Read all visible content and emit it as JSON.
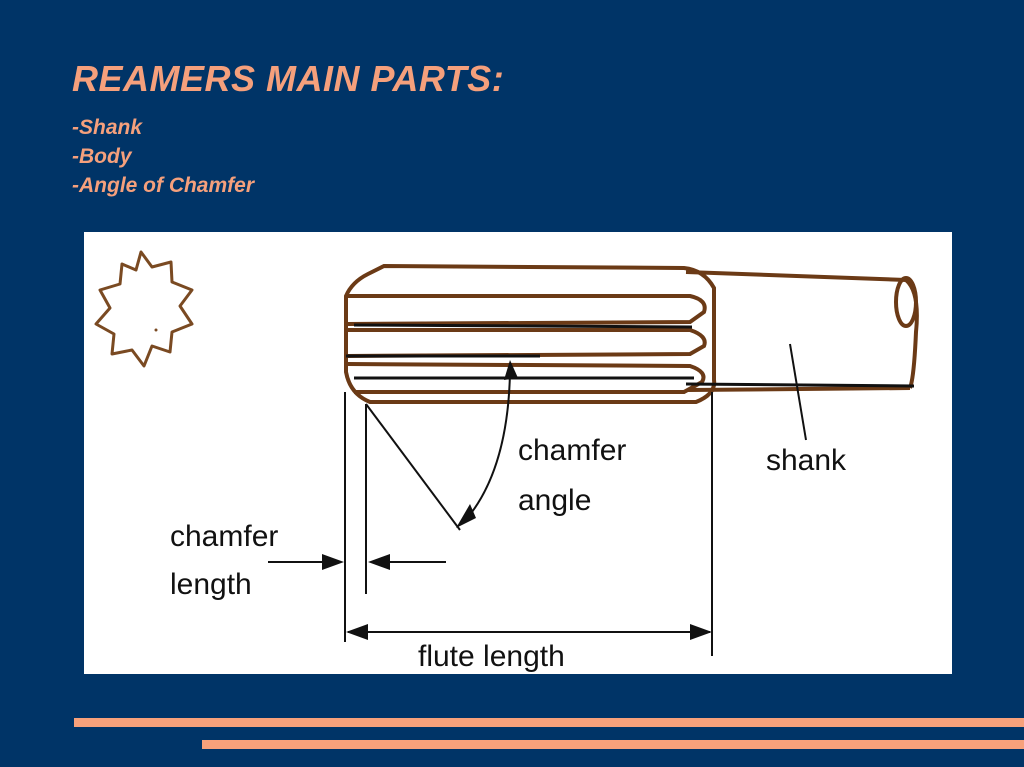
{
  "slide": {
    "title": "REAMERS MAIN PARTS:",
    "bullets": [
      "-Shank",
      "-Body",
      "-Angle of Chamfer"
    ]
  },
  "diagram": {
    "labels": {
      "chamfer_angle_1": "chamfer",
      "chamfer_angle_2": "angle",
      "shank": "shank",
      "chamfer_length_1": "chamfer",
      "chamfer_length_2": "length",
      "flute_length": "flute length"
    }
  },
  "colors": {
    "background": "#003467",
    "accent": "#f5a07c",
    "tool_outline": "#6b3a16"
  }
}
